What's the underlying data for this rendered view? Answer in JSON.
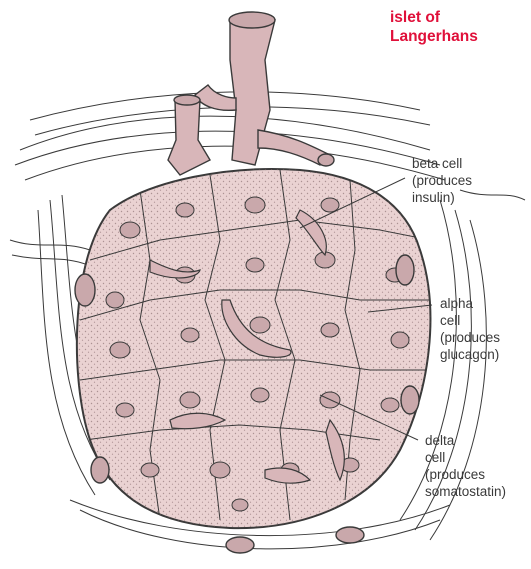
{
  "title": [
    "islet of",
    "Langerhans"
  ],
  "labels": {
    "beta": [
      "beta cell",
      "(produces",
      "insulin)"
    ],
    "alpha": [
      "alpha",
      "cell",
      "(produces",
      "glucagon)"
    ],
    "delta": [
      "delta",
      "cell",
      "(produces",
      "somatostatin)"
    ]
  },
  "colors": {
    "title": "#e0103a",
    "cell_fill": "#ead2d2",
    "cell_dark": "#c9a8ab",
    "stroke": "#3a3a3a",
    "capillary": "#d8b6b9",
    "fibers": "#f3eeee"
  }
}
